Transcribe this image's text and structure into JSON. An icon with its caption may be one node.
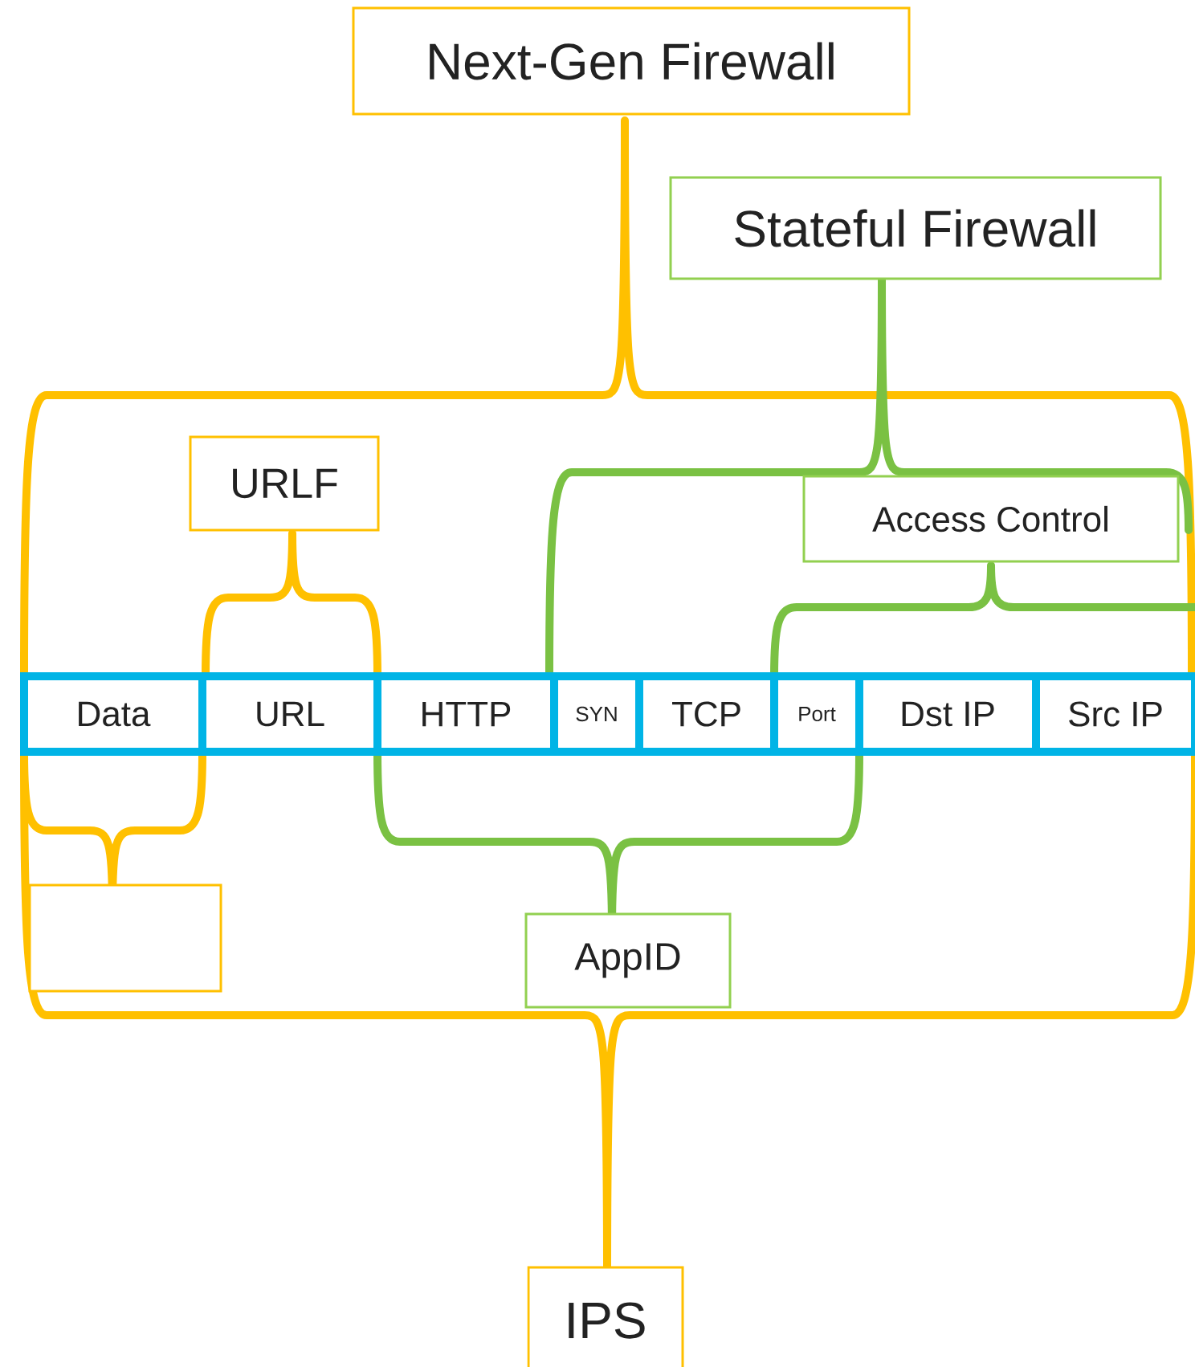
{
  "diagram": {
    "nodes": [
      {
        "text": [
          "Next-Gen Firewall"
        ]
      },
      {
        "text": [
          "Stateful Firewall"
        ]
      },
      {
        "text": [
          "URLF"
        ]
      },
      {
        "text": [
          "Access Control"
        ]
      },
      {
        "text": [
          "Data"
        ]
      },
      {
        "text": [
          "URL"
        ]
      },
      {
        "text": [
          "HTTP"
        ]
      },
      {
        "text": [
          "SYN"
        ]
      },
      {
        "text": [
          "TCP"
        ]
      },
      {
        "text": [
          "Port"
        ]
      },
      {
        "text": [
          "Dst IP"
        ]
      },
      {
        "text": [
          "Src IP"
        ]
      },
      {
        "text": [],
        "shape": "box"
      },
      {
        "text": [
          "AppID"
        ]
      },
      {
        "text": [
          "IPS"
        ]
      }
    ]
  }
}
